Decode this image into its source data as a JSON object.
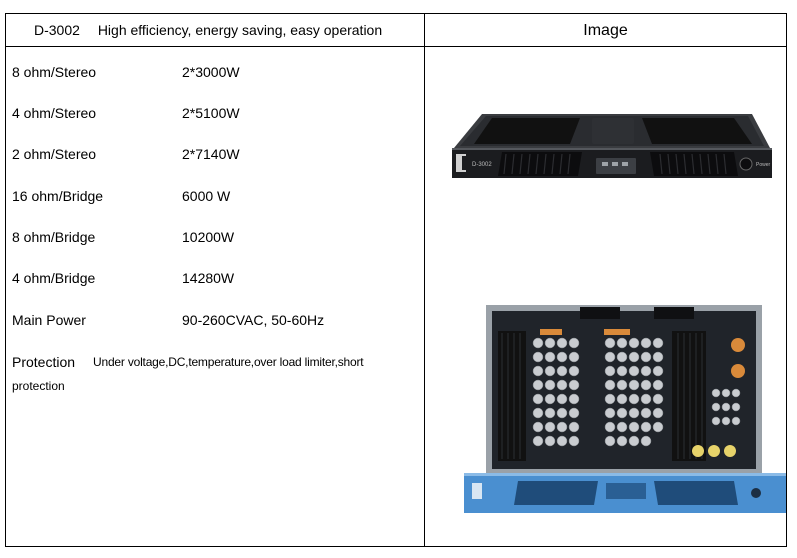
{
  "header": {
    "model": "D-3002",
    "tagline": "High efficiency, energy saving, easy operation",
    "image_heading": "Image"
  },
  "specs": [
    {
      "label": "8 ohm/Stereo",
      "value": "2*3000W"
    },
    {
      "label": "4 ohm/Stereo",
      "value": "2*5100W"
    },
    {
      "label": "2 ohm/Stereo",
      "value": "2*7140W"
    },
    {
      "label": "16 ohm/Bridge",
      "value": "6000 W"
    },
    {
      "label": "8 ohm/Bridge",
      "value": "10200W"
    },
    {
      "label": "4 ohm/Bridge",
      "value": "14280W"
    },
    {
      "label": "Main Power",
      "value": "90-260CVAC, 50-60Hz"
    }
  ],
  "protection": {
    "label": "Protection",
    "text_line1": "Under voltage,DC,temperature,over load limiter,short",
    "text_line2": "protection"
  },
  "images": {
    "front_panel_model_text": "D-3002",
    "front_panel_power_text": "Power"
  },
  "colors": {
    "chassis": "#1e1f22",
    "blue_panel": "#4a8fd0",
    "capacitor": "#c9ccd0",
    "transformer": "#d98a3a",
    "pcb": "#20242a"
  }
}
